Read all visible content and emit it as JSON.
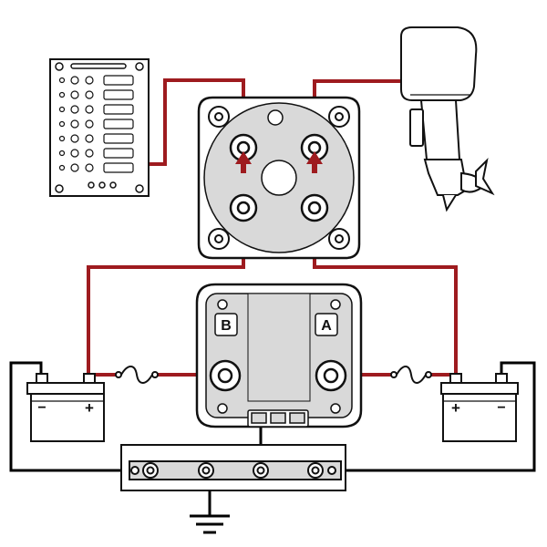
{
  "diagram": {
    "switch_labels": {
      "a": "A",
      "b": "B"
    },
    "terminal_signs": {
      "negative": "−",
      "positive": "+"
    },
    "colors": {
      "positive_wire": "#9e1b1f",
      "ground_wire": "#000000",
      "outline": "#111111",
      "fill_light": "#ffffff",
      "fill_gray": "#d9d9d9"
    },
    "components": [
      "fuse-panel",
      "battery-switch",
      "outboard-motor",
      "automatic-charging-relay",
      "battery-b",
      "battery-a",
      "fuse-b",
      "fuse-a",
      "negative-bus-bar",
      "ground-symbol"
    ]
  }
}
